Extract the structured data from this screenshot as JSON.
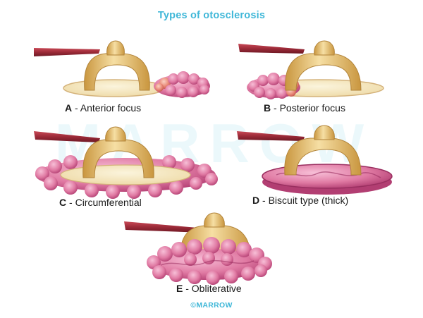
{
  "title": "Types of otosclerosis",
  "watermark_text": "MARROW",
  "footer": "©MARROW",
  "colors": {
    "title": "#3fb7d8",
    "footer": "#3fb7d8",
    "bone_light": "#f6dfa4",
    "bone_dark": "#c9963f",
    "plate": "#f7ecc8",
    "plate_edge": "#d4b27a",
    "tendon": "#9c2a38",
    "lesion": "#e07aa3",
    "lesion_dark": "#b23e72",
    "lesion_light": "#f7bfd7",
    "early_focus": "#e98a78"
  },
  "figures": [
    {
      "letter": "A",
      "label": "Anterior focus"
    },
    {
      "letter": "B",
      "label": "Posterior focus"
    },
    {
      "letter": "C",
      "label": "Circumferential"
    },
    {
      "letter": "D",
      "label": "Biscuit type (thick)"
    },
    {
      "letter": "E",
      "label": "Obliterative"
    }
  ]
}
